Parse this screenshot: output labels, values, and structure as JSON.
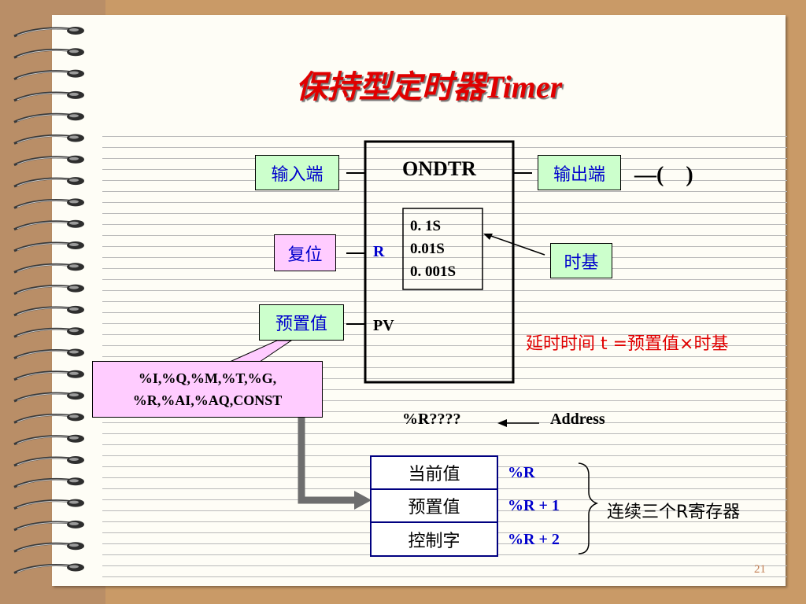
{
  "title": "保持型定时器Timer",
  "block": {
    "name": "ONDTR",
    "r_pin": "R",
    "pv_pin": "PV"
  },
  "timebase": [
    "0. 1S",
    "0.01S",
    "0. 001S"
  ],
  "labels": {
    "input": "输入端",
    "output": "输出端",
    "reset": "复位",
    "preset": "预置值",
    "timebase": "时基",
    "coil": "—(　)"
  },
  "operands": [
    "%I,%Q,%M,%T,%G,",
    "%R,%AI,%AQ,CONST"
  ],
  "formula": "延时时间 t =预置值×时基",
  "address": {
    "reg": "%R????",
    "label": "Address"
  },
  "registers": [
    {
      "name": "当前值",
      "addr": "%R"
    },
    {
      "name": "预置值",
      "addr": "%R + 1"
    },
    {
      "name": "控制字",
      "addr": "%R + 2"
    }
  ],
  "consecutive": "连续三个R寄存器",
  "page_number": "21",
  "colors": {
    "title": "#e00000",
    "blue_text": "#0000cc",
    "green_box": "#ccffcc",
    "pink_box": "#ffccff",
    "register_border": "#000080"
  }
}
